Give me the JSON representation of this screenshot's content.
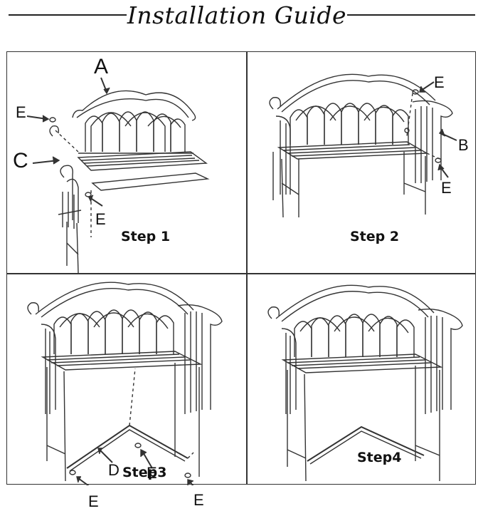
{
  "title": "Installation Guide",
  "steps": [
    {
      "label": "Step  1",
      "callouts": [
        "A",
        "E",
        "C",
        "E"
      ]
    },
    {
      "label": "Step  2",
      "callouts": [
        "E",
        "B",
        "E"
      ]
    },
    {
      "label": "Step3",
      "callouts": [
        "D",
        "E",
        "E",
        "E"
      ]
    },
    {
      "label": "Step4",
      "callouts": []
    }
  ],
  "colors": {
    "line": "#333333",
    "background": "#ffffff"
  }
}
